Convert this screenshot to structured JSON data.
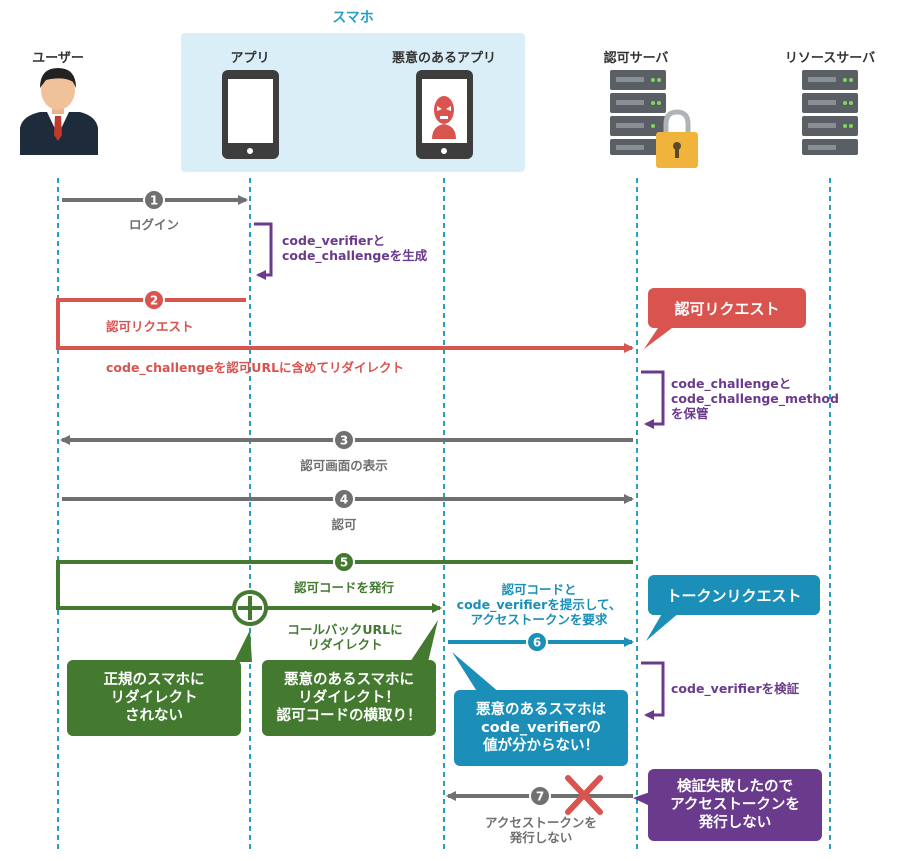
{
  "header": {
    "smartphone_group": "スマホ",
    "actor_user": "ユーザー",
    "actor_app": "アプリ",
    "actor_malicious_app": "悪意のあるアプリ",
    "actor_auth_server": "認可サーバ",
    "actor_resource_server": "リソースサーバ"
  },
  "steps": {
    "step1_num": "1",
    "step1_label": "ログイン",
    "generate_note": "code_verifierと\ncode_challengeを生成",
    "step2_num": "2",
    "step2_label": "認可リクエスト",
    "step2_sub": "code_challengeを認可URLに含めてリダイレクト",
    "store_note": "code_challengeと\ncode_challenge_method\nを保管",
    "step3_num": "3",
    "step3_label": "認可画面の表示",
    "step4_num": "4",
    "step4_label": "認可",
    "step5_num": "5",
    "step5_label": "認可コードを発行",
    "callback_note": "コールバックURLに\nリダイレクト",
    "step6_label": "認可コードと\ncode_verifierを提示して、\nアクセストークンを要求",
    "step6_num": "6",
    "verify_note": "code_verifierを検証",
    "step7_num": "7",
    "step7_label": "アクセストークンを\n発行しない"
  },
  "callouts": {
    "auth_request": "認可リクエスト",
    "token_request": "トークンリクエスト",
    "not_redirected": "正規のスマホに\nリダイレクト\nされない",
    "intercepted": "悪意のあるスマホに\nリダイレクト！\n認可コードの横取り！",
    "unknown_verifier": "悪意のあるスマホは\ncode_verifierの\n値が分からない！",
    "no_token": "検証失敗したので\nアクセストークンを\n発行しない"
  },
  "colors": {
    "gray": "#707070",
    "red": "#d9534f",
    "purple": "#6a3a8c",
    "green": "#437a2f",
    "blue": "#1b8fb8",
    "lifeline": "#2a9fc0",
    "group_bg": "#d9eef6"
  }
}
